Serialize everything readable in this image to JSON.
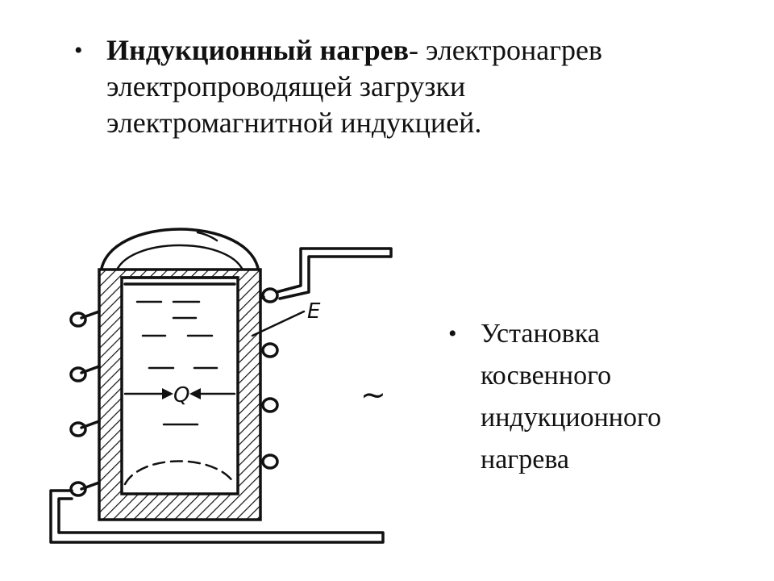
{
  "bullets": {
    "top": {
      "marker": "•",
      "term": "Индукционный нагрев",
      "lines": [
        "- электронагрев",
        "электропроводящей загрузки",
        "электромагнитной индукцией."
      ]
    },
    "right": {
      "marker": "•",
      "lines": [
        "Установка",
        "косвенного",
        "индукционного",
        "нагрева"
      ]
    }
  },
  "diagram": {
    "label_e": "E",
    "label_q": "Q",
    "ac_symbol": "~"
  }
}
